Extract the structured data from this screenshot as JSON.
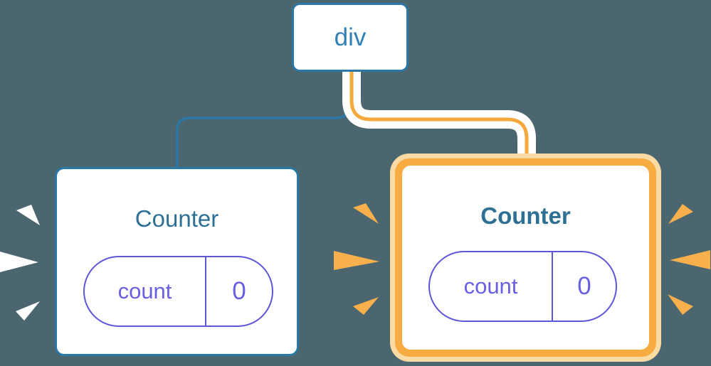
{
  "diagram": {
    "root": {
      "label": "div"
    },
    "children": [
      {
        "label": "Counter",
        "highlighted": false,
        "state": {
          "key": "count",
          "value": "0"
        }
      },
      {
        "label": "Counter",
        "highlighted": true,
        "state": {
          "key": "count",
          "value": "0"
        }
      }
    ]
  },
  "theme": {
    "background": "#4C6670",
    "node_bg": "#FFFFFF",
    "line_blue": "#2B77A6",
    "div_text": "#2F81B5",
    "title_blue": "#2D7093",
    "state_purple": "#5F55D9",
    "state_text_purple": "#6A5FE0",
    "highlight_orange": "#F6AC40",
    "highlight_orange_light": "#FBDBA4",
    "connector_orange": "#F5A93D",
    "connector_casing": "#FFFFFF",
    "spark_orange": "#F7B04C",
    "spark_white": "#FFFFFF"
  }
}
